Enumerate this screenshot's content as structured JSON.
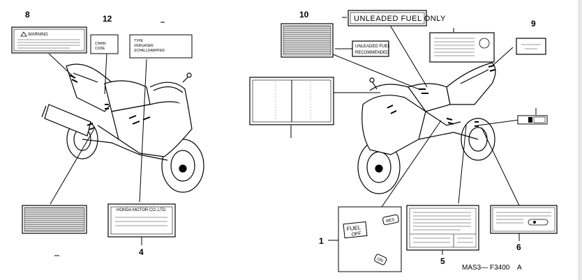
{
  "diagram": {
    "callouts": {
      "c1": "1",
      "c4": "4",
      "c5": "5",
      "c6": "6",
      "c8": "8",
      "c9": "9",
      "c10": "10",
      "c12": "12"
    },
    "labels": {
      "warning": "WARNING",
      "chain_line1": "CHAIN",
      "chain_line2": "CODE",
      "type_line1": "TYPE",
      "type_line2": "VERGASER",
      "type_line3": "SCHALLDAMPFER",
      "honda": "HONDA MOTOR CO.,LTD.",
      "unleaded_only": "UNLEADED FUEL ONLY",
      "unleaded_rec_line1": "UNLEADED FUEL",
      "unleaded_rec_line2": "RECOMMENDED",
      "fuel_line1": "FUEL",
      "fuel_line2": "OFF",
      "res": "RES",
      "on": "ON"
    },
    "code": "MAS3— F3400",
    "code_suffix": "A",
    "colors": {
      "ink": "#000000",
      "paper": "#ffffff",
      "screen": "#e8e8e8"
    }
  }
}
